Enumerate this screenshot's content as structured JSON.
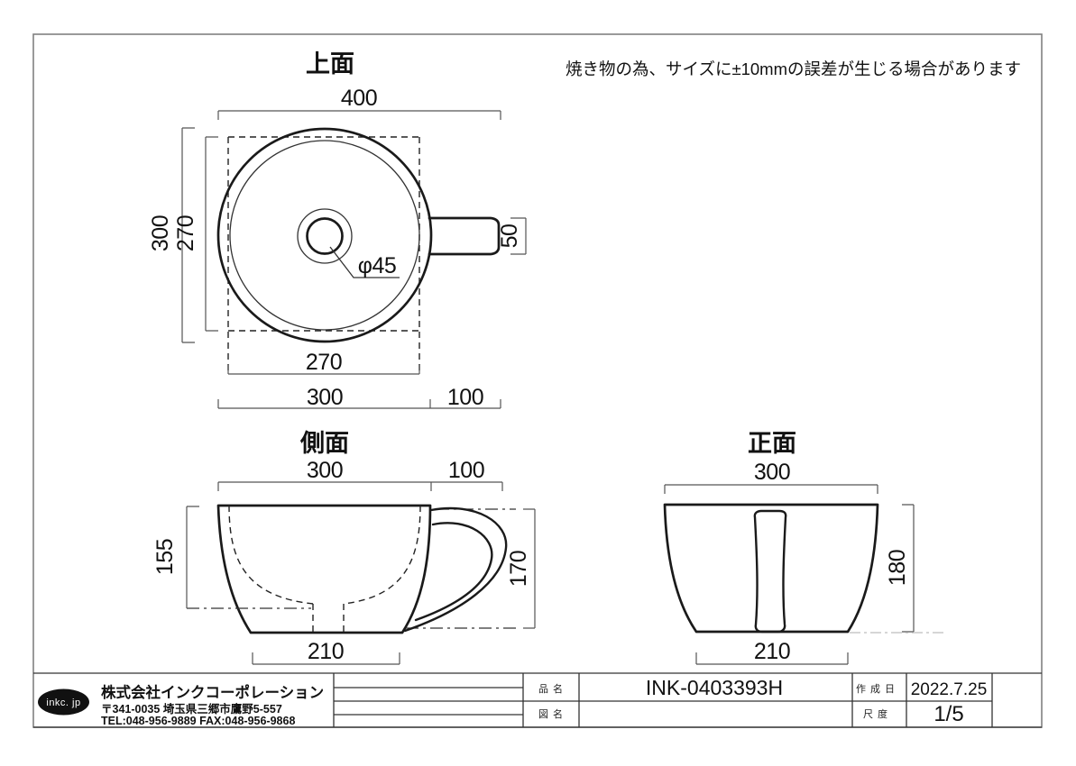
{
  "sheet": {
    "note": "焼き物の為、サイズに±10mmの誤差が生じる場合があります"
  },
  "views": {
    "top": {
      "title": "上面",
      "dim_overall_width": "400",
      "dim_overall_depth": "300",
      "dim_inner_depth": "270",
      "dim_inner_width": "270",
      "dim_body_width": "300",
      "dim_handle_length": "100",
      "dim_handle_width": "50",
      "dim_drain": "φ45"
    },
    "side": {
      "title": "側面",
      "dim_body_width": "300",
      "dim_handle_length": "100",
      "dim_inner_height": "155",
      "dim_overall_height": "170",
      "dim_base_width": "210"
    },
    "front": {
      "title": "正面",
      "dim_width": "300",
      "dim_height": "180",
      "dim_base_width": "210"
    }
  },
  "title_block": {
    "logo_text": "inkc. jp",
    "company_name": "株式会社インクコーポレーション",
    "company_address": "〒341-0035 埼玉県三郷市鷹野5-557",
    "company_tel_fax": "TEL:048-956-9889 FAX:048-956-9868",
    "item_label": "品 名",
    "item_value": "INK-0403393H",
    "drawing_label": "図 名",
    "drawing_value": "",
    "date_label": "作 成 日",
    "date_value": "2022.7.25",
    "scale_label": "尺 度",
    "scale_value": "1/5"
  }
}
